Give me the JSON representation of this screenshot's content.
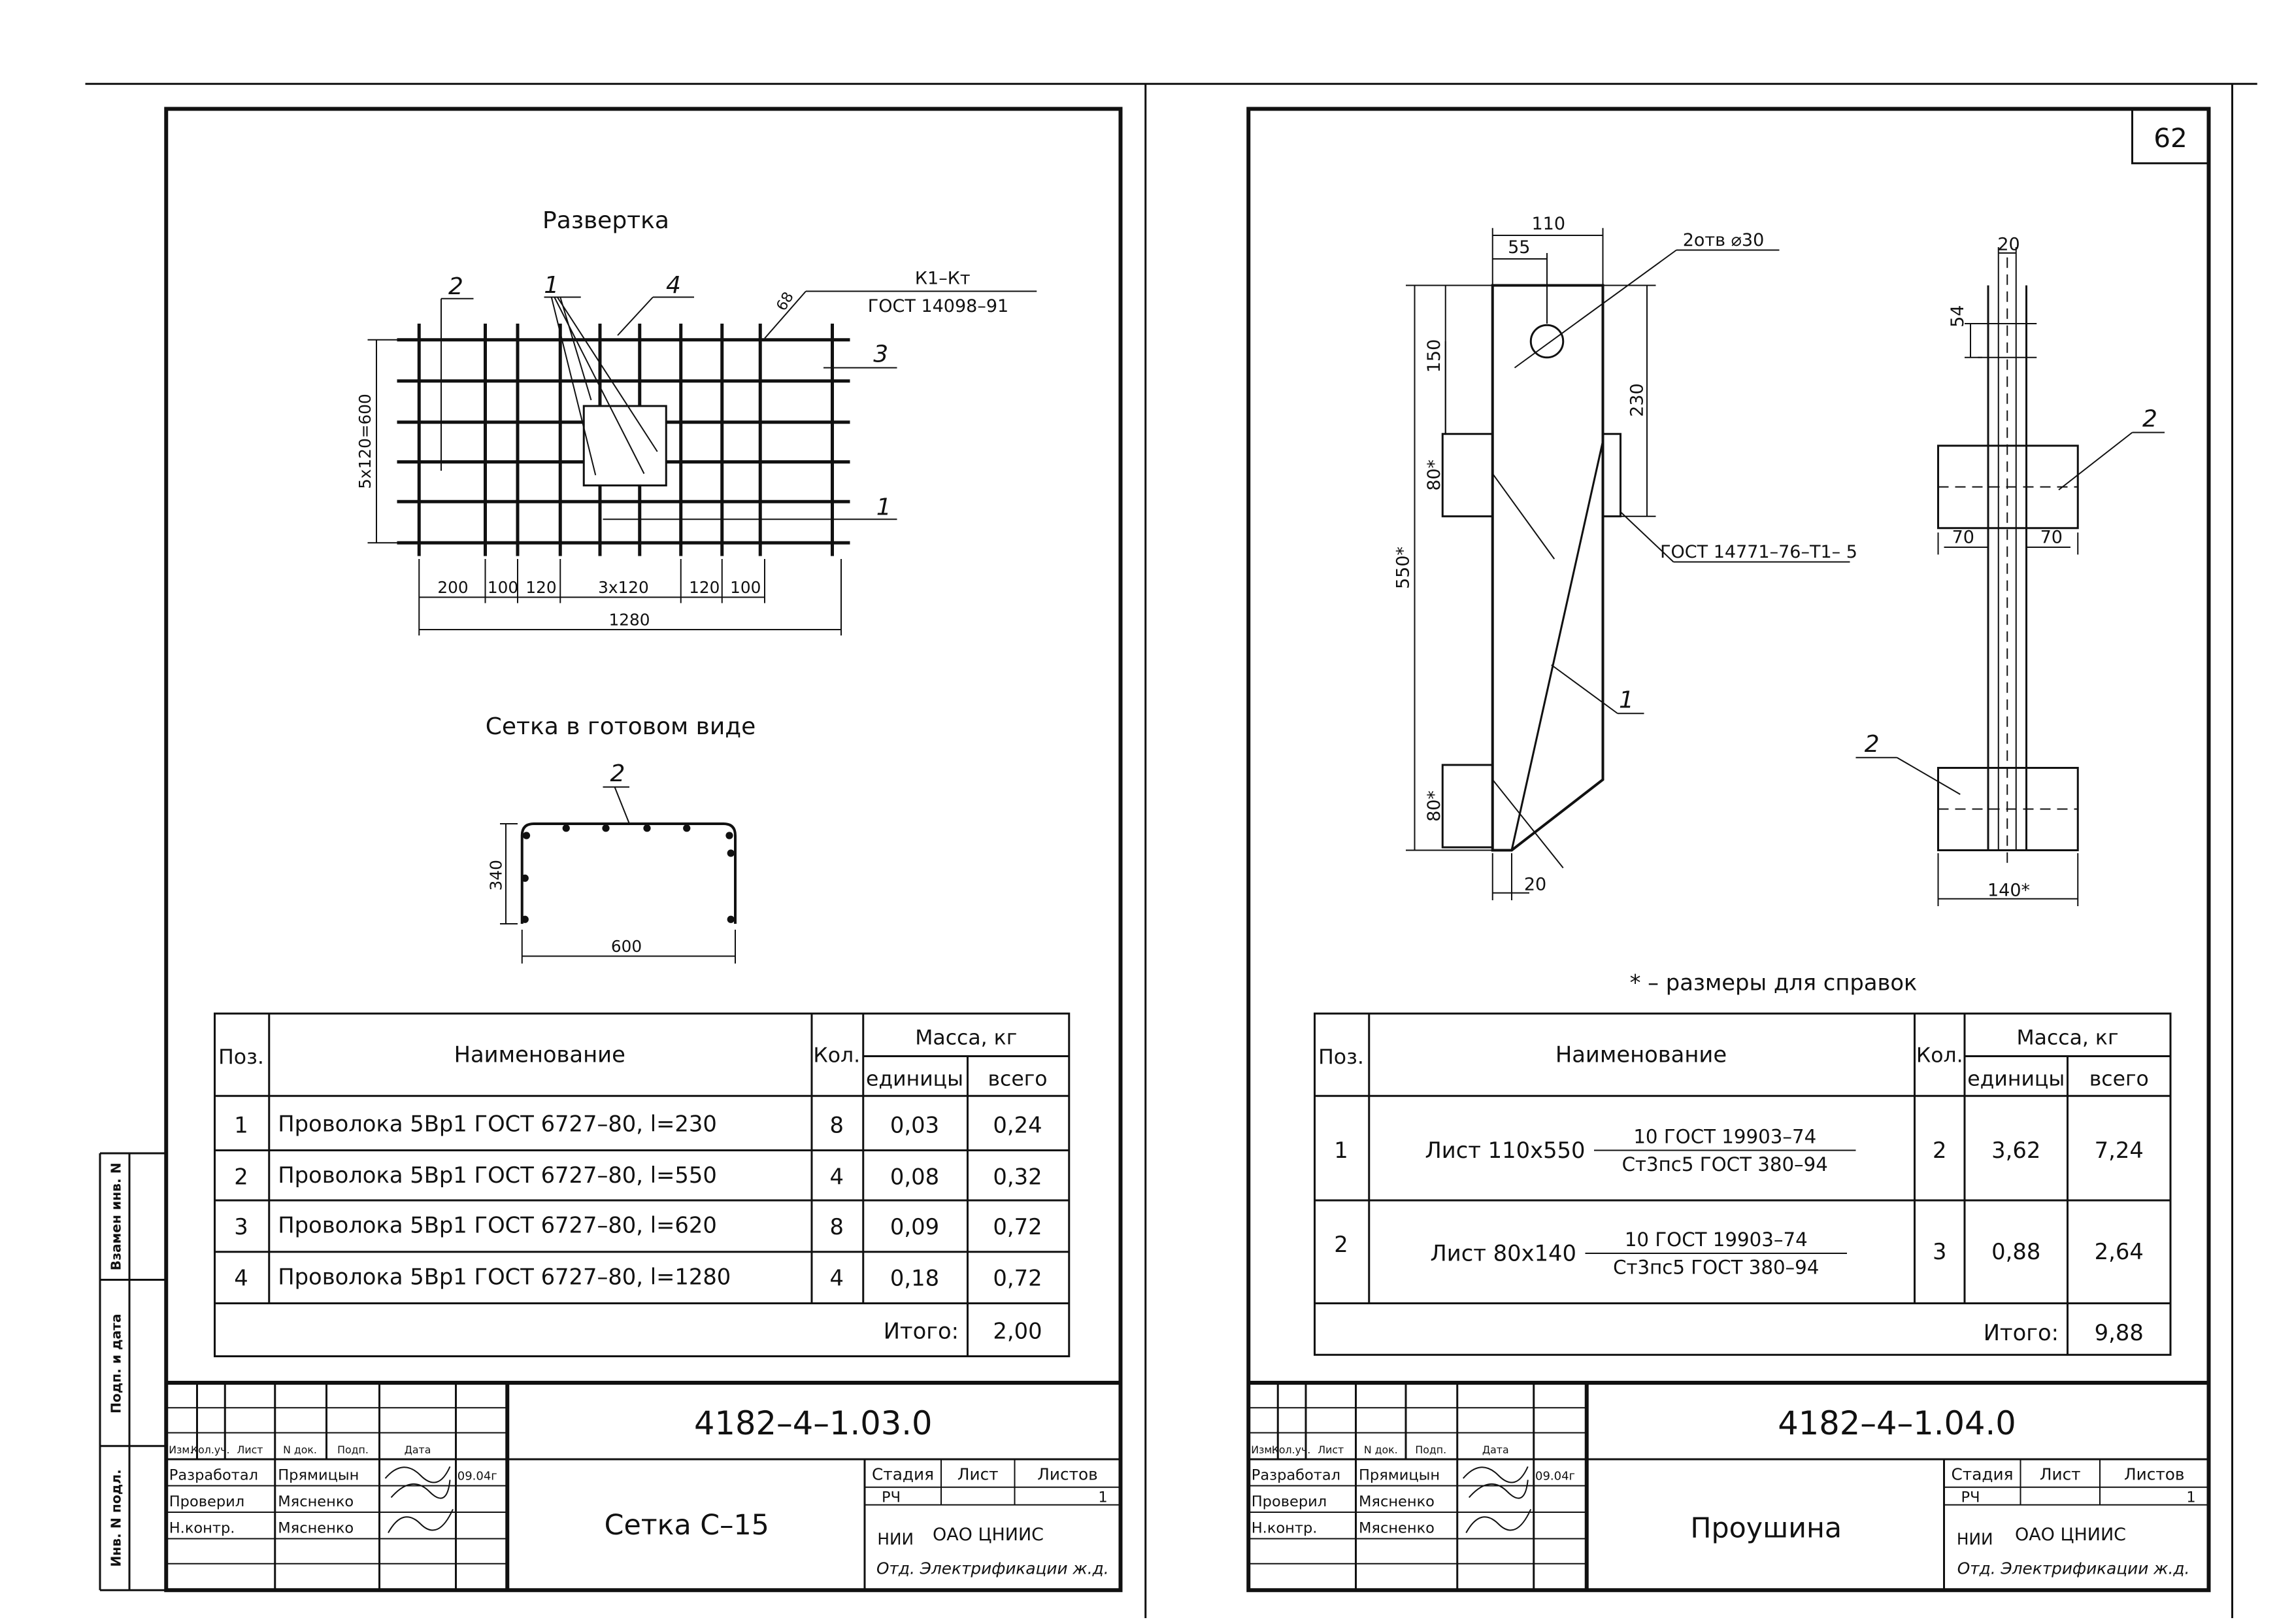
{
  "left_sheet": {
    "view1_title": "Развертка",
    "mark_label": "К1–Кт",
    "mark_gost": "ГОСТ 14098–91",
    "angle_label": "68",
    "callouts": {
      "c1": "1",
      "c2": "2",
      "c3": "3",
      "c4": "4",
      "c1b": "1"
    },
    "dim_vertical": "5x120=600",
    "dims_bottom": [
      "200",
      "100",
      "120",
      "3x120",
      "120",
      "100"
    ],
    "dim_total": "1280",
    "view2_title": "Сетка в готовом виде",
    "view2_callout": "2",
    "dim_340": "340",
    "dim_600": "600",
    "table": {
      "h_pos": "Поз.",
      "h_name": "Наименование",
      "h_qty": "Кол.",
      "h_mass": "Масса, кг",
      "h_unit": "единицы",
      "h_total": "всего",
      "rows": [
        {
          "pos": "1",
          "name": "Проволока 5Вр1  ГОСТ 6727–80,  l=230",
          "qty": "8",
          "unit": "0,03",
          "total": "0,24"
        },
        {
          "pos": "2",
          "name": "Проволока 5Вр1  ГОСТ 6727–80,  l=550",
          "qty": "4",
          "unit": "0,08",
          "total": "0,32"
        },
        {
          "pos": "3",
          "name": "Проволока 5Вр1  ГОСТ 6727–80,  l=620",
          "qty": "8",
          "unit": "0,09",
          "total": "0,72"
        },
        {
          "pos": "4",
          "name": "Проволока 5Вр1  ГОСТ 6727–80,  l=1280",
          "qty": "4",
          "unit": "0,18",
          "total": "0,72"
        }
      ],
      "total_label": "Итого:",
      "total_value": "2,00"
    },
    "tb": {
      "code": "4182–4–1.03.0",
      "title": "Сетка С–15",
      "stage_h": "Стадия",
      "sheet_h": "Лист",
      "sheets_h": "Листов",
      "stage": "РЧ",
      "sheet": "",
      "sheets": "1",
      "org1": "НИИ",
      "org2": "ОАО ЦНИИС",
      "org3": "Отд. Электрификации ж.д.",
      "cols": [
        "Изм.",
        "Кол.уч.",
        "Лист",
        "N док.",
        "Подп.",
        "Дата"
      ],
      "r1_role": "Разработал",
      "r1_name": "Прямицын",
      "r1_date": "09.04г",
      "r2_role": "Проверил",
      "r2_name": "Мясненко",
      "r3_role": "Н.контр.",
      "r3_name": "Мясненко"
    },
    "side": [
      "Взамен инв. N",
      "Подп. и дата",
      "Инв. N подл."
    ]
  },
  "right_sheet": {
    "page_number": "62",
    "dims": {
      "d110": "110",
      "d55": "55",
      "d150": "150",
      "d230": "230",
      "d80a": "80*",
      "d80b": "80*",
      "d550": "550*",
      "d20": "20",
      "d20t": "20",
      "d54": "54",
      "d70a": "70",
      "d70b": "70",
      "d140": "140*"
    },
    "holes_label": "2отв ⌀30",
    "weld_label": "ГОСТ 14771–76–Т1– 5",
    "callouts": {
      "c1": "1",
      "c2a": "2",
      "c2b": "2"
    },
    "note": "* – размеры для справок",
    "table": {
      "h_pos": "Поз.",
      "h_name": "Наименование",
      "h_qty": "Кол.",
      "h_mass": "Масса, кг",
      "h_unit": "единицы",
      "h_total": "всего",
      "rows": [
        {
          "pos": "1",
          "name": "Лист 110х550",
          "num": "10  ГОСТ 19903–74",
          "den": "Ст3пс5  ГОСТ 380–94",
          "qty": "2",
          "unit": "3,62",
          "total": "7,24"
        },
        {
          "pos": "2",
          "name": "Лист 80х140",
          "num": "10  ГОСТ 19903–74",
          "den": "Ст3пс5  ГОСТ 380–94",
          "qty": "3",
          "unit": "0,88",
          "total": "2,64"
        }
      ],
      "total_label": "Итого:",
      "total_value": "9,88"
    },
    "tb": {
      "code": "4182–4–1.04.0",
      "title": "Проушина",
      "stage_h": "Стадия",
      "sheet_h": "Лист",
      "sheets_h": "Листов",
      "stage": "РЧ",
      "sheet": "",
      "sheets": "1",
      "org1": "НИИ",
      "org2": "ОАО ЦНИИС",
      "org3": "Отд. Электрификации ж.д.",
      "cols": [
        "Изм.",
        "Кол.уч.",
        "Лист",
        "N док.",
        "Подп.",
        "Дата"
      ],
      "r1_role": "Разработал",
      "r1_name": "Прямицын",
      "r1_date": "09.04г",
      "r2_role": "Проверил",
      "r2_name": "Мясненко",
      "r3_role": "Н.контр.",
      "r3_name": "Мясненко"
    }
  }
}
